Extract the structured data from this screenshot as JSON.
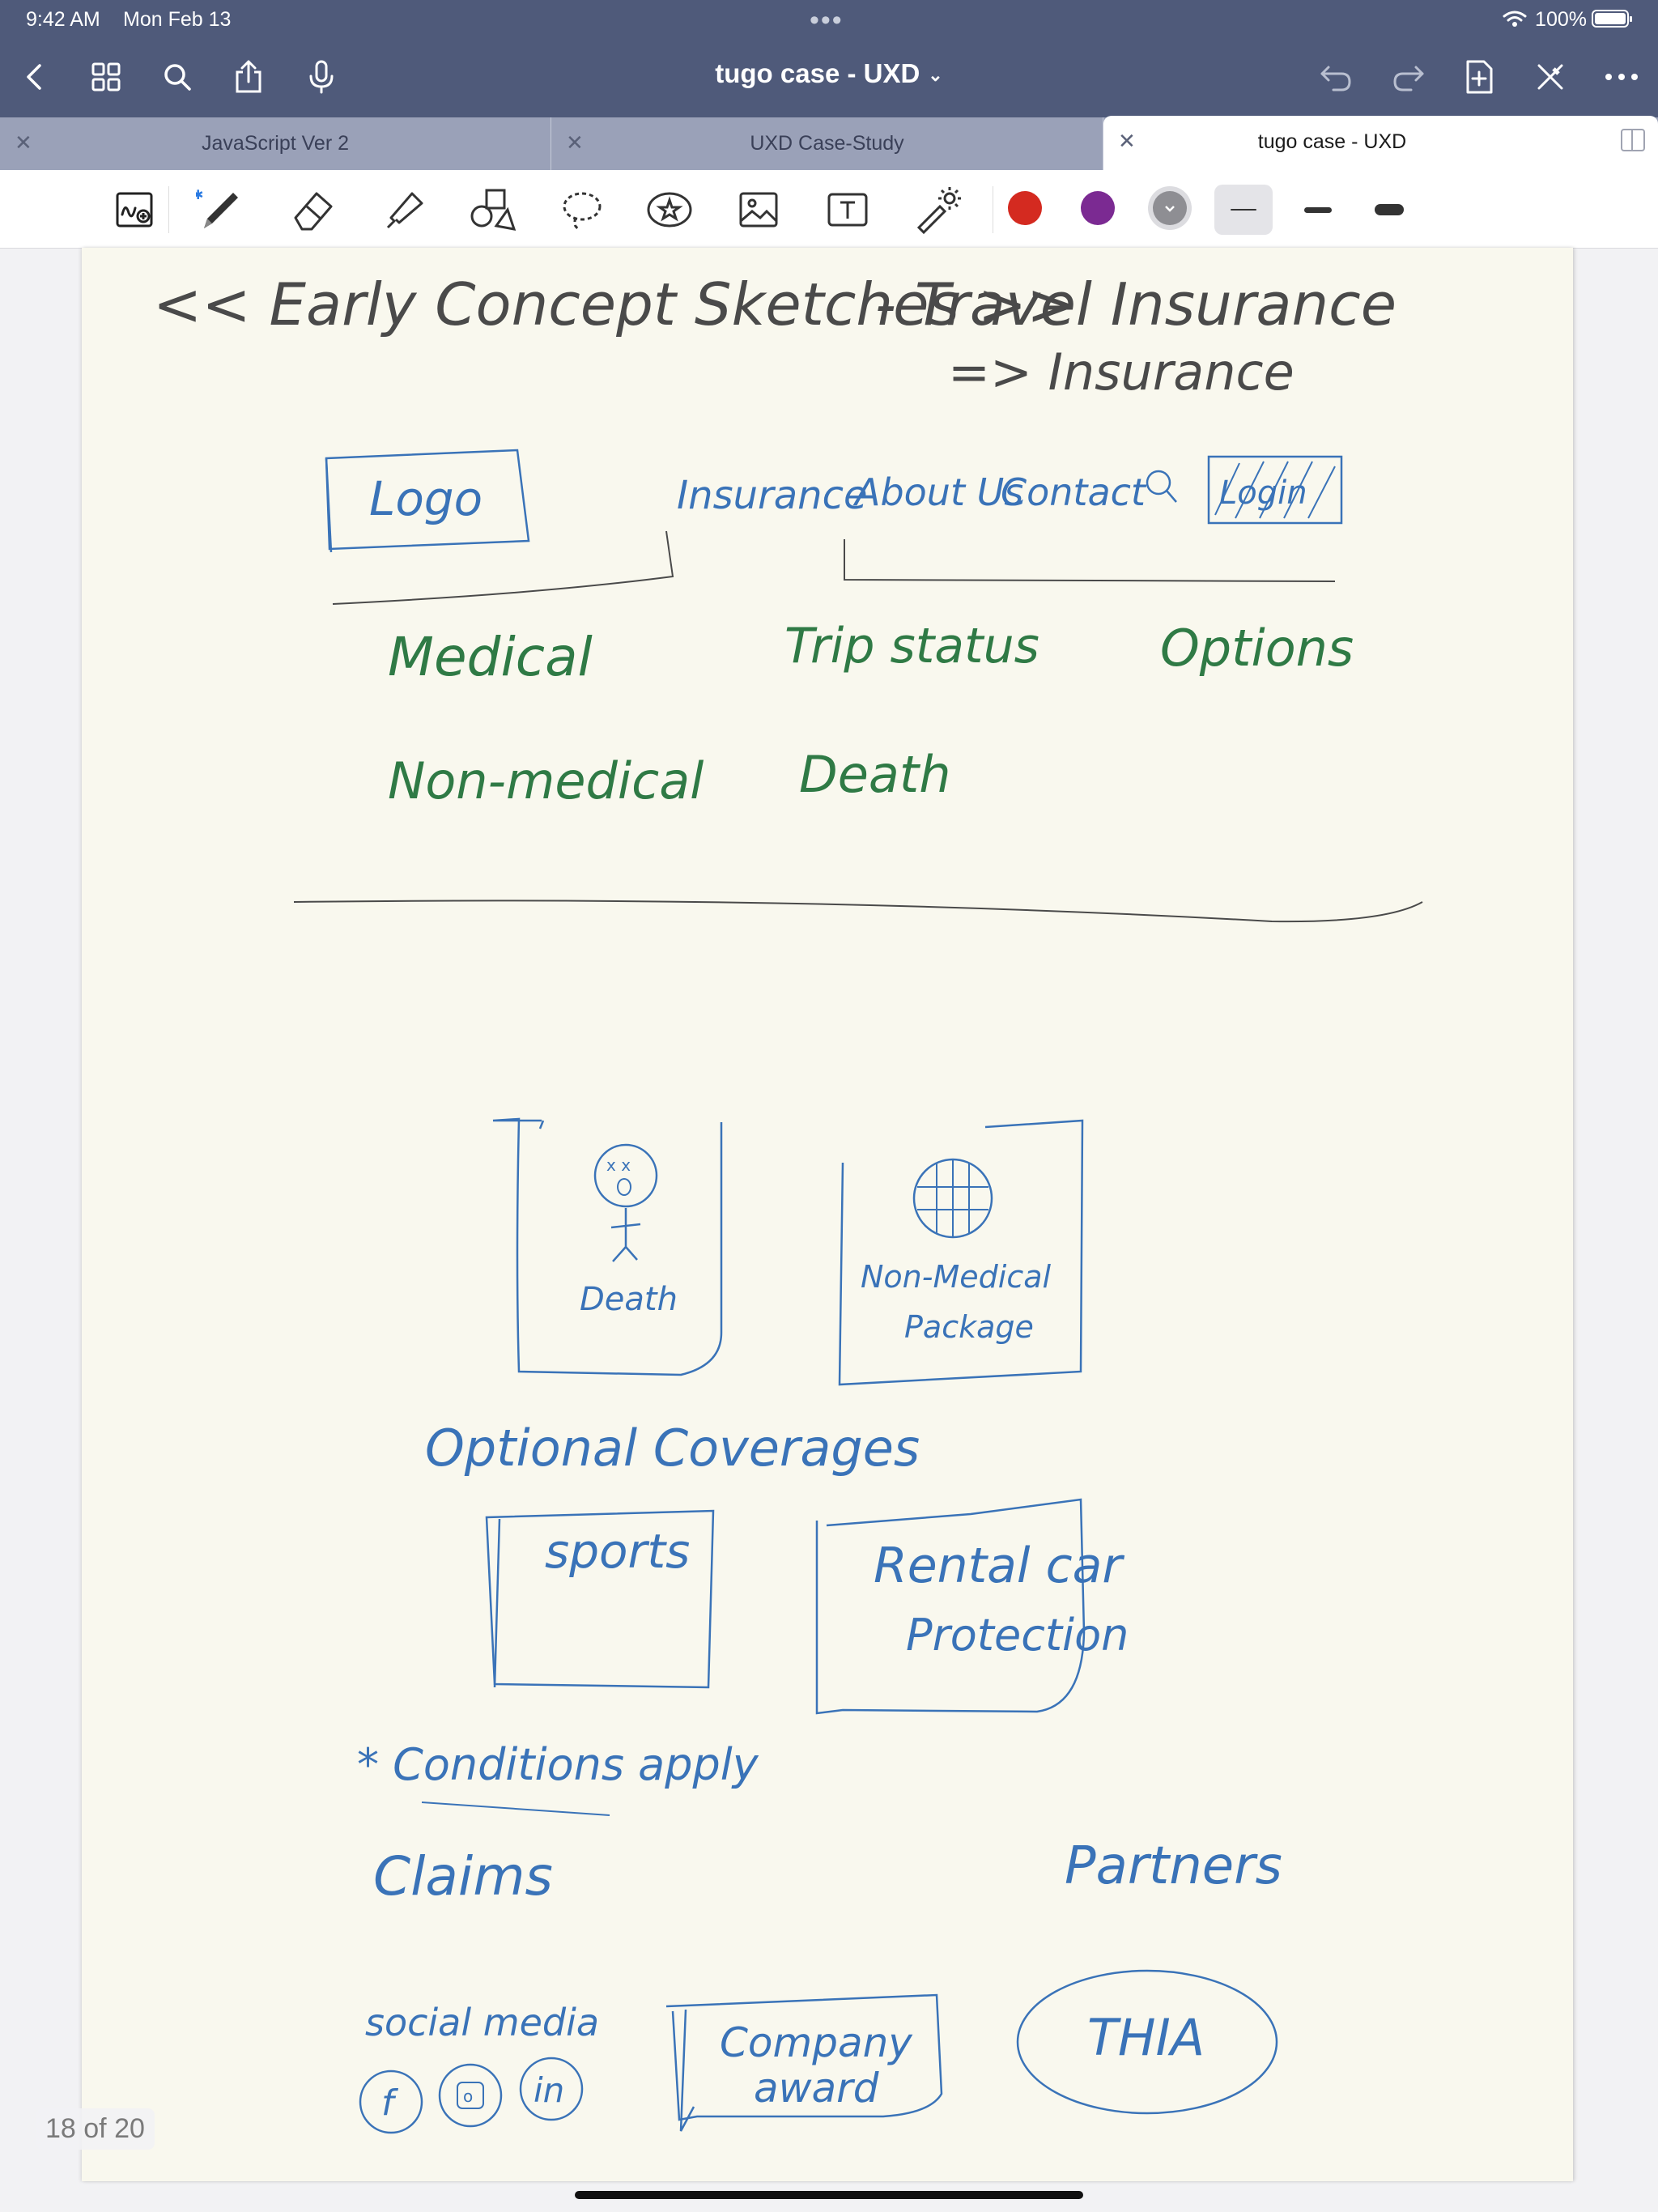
{
  "status_bar": {
    "time": "9:42 AM",
    "date": "Mon Feb 13",
    "battery": "100%"
  },
  "nav": {
    "title": "tugo case - UXD",
    "icons": [
      "back-icon",
      "grid-icon",
      "search-icon",
      "share-icon",
      "mic-icon",
      "undo-icon",
      "redo-icon",
      "add-page-icon",
      "close-pen-icon",
      "more-icon"
    ]
  },
  "tabs": [
    {
      "label": "JavaScript Ver 2",
      "active": false
    },
    {
      "label": "UXD Case-Study",
      "active": false
    },
    {
      "label": "tugo case - UXD",
      "active": true
    }
  ],
  "toolbar": {
    "tools": [
      "zoom-window-icon",
      "pen-icon",
      "eraser-icon",
      "highlighter-icon",
      "shapes-icon",
      "lasso-icon",
      "sticker-icon",
      "image-icon",
      "text-icon",
      "laser-icon"
    ],
    "colors": [
      "#d42a20",
      "#7b2a92",
      "#8e8e93"
    ],
    "sizes": [
      "thin",
      "medium",
      "thick"
    ]
  },
  "sketch": {
    "title": "<< Early Concept Sketches >>",
    "subtitle": "- Travel Insurance",
    "subtitle2": "=> Insurance",
    "nav_logo": "Logo",
    "nav_insurance": "Insurance",
    "nav_about": "About Us",
    "nav_contact": "Contact",
    "nav_login": "Login",
    "cat_medical": "Medical",
    "cat_trip": "Trip status",
    "cat_options": "Options",
    "cat_nonmedical": "Non-medical",
    "cat_death": "Death",
    "card_death": "Death",
    "card_nonmed_1": "Non-Medical",
    "card_nonmed_2": "Package",
    "optional": "Optional Coverages",
    "card_sports": "sports",
    "card_rental_1": "Rental car",
    "card_rental_2": "Protection",
    "conditions": "* Conditions apply",
    "claims": "Claims",
    "partners": "Partners",
    "social": "social media",
    "social_icons": [
      "f",
      "o",
      "in"
    ],
    "award_1": "Company",
    "award_2": "award",
    "thia": "THIA"
  },
  "page_counter": "18 of 20",
  "ink_colors": {
    "black": "#4a4a4a",
    "green": "#2f7a45",
    "blue": "#3a73b8"
  }
}
